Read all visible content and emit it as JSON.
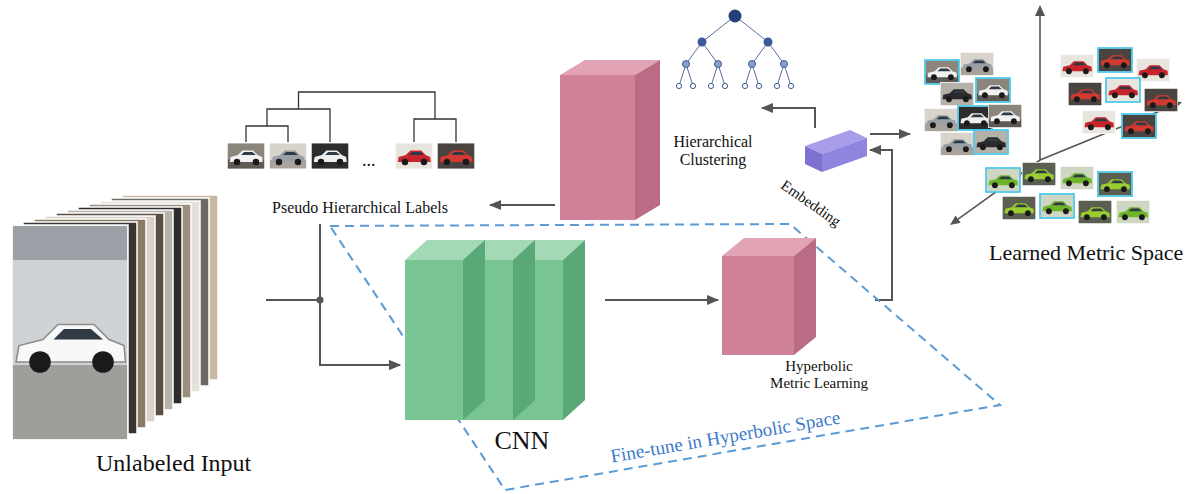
{
  "diagram": {
    "nodes": [
      {
        "text": [
          "Unlabeled Input"
        ]
      },
      {
        "text": [
          "Pseudo Hierarchical Labels"
        ]
      },
      {
        "text": [
          "Hierarchical Clustering"
        ]
      },
      {
        "text": [
          "Embedding"
        ]
      },
      {
        "text": [
          "Learned Metric Space"
        ]
      },
      {
        "text": [
          "Fine-tune in Hyperbolic Space"
        ]
      },
      {
        "text": [
          "CNN"
        ],
        "in": 5
      },
      {
        "text": [
          "Hyperbolic Metric Learning"
        ],
        "in": 5
      }
    ],
    "edges": [
      {
        "from": 0,
        "to": 6,
        "arrow": "to"
      },
      {
        "from": 6,
        "to": 7,
        "arrow": "to"
      },
      {
        "from": 7,
        "to": 3,
        "arrow": "to"
      },
      {
        "from": 3,
        "to": 4,
        "arrow": "to"
      },
      {
        "from": 3,
        "to": 2,
        "arrow": "to"
      },
      {
        "from": 2,
        "to": 1,
        "arrow": "to"
      },
      {
        "from": 1,
        "to": 6,
        "arrow": "to"
      }
    ],
    "labels": [
      "..."
    ]
  }
}
